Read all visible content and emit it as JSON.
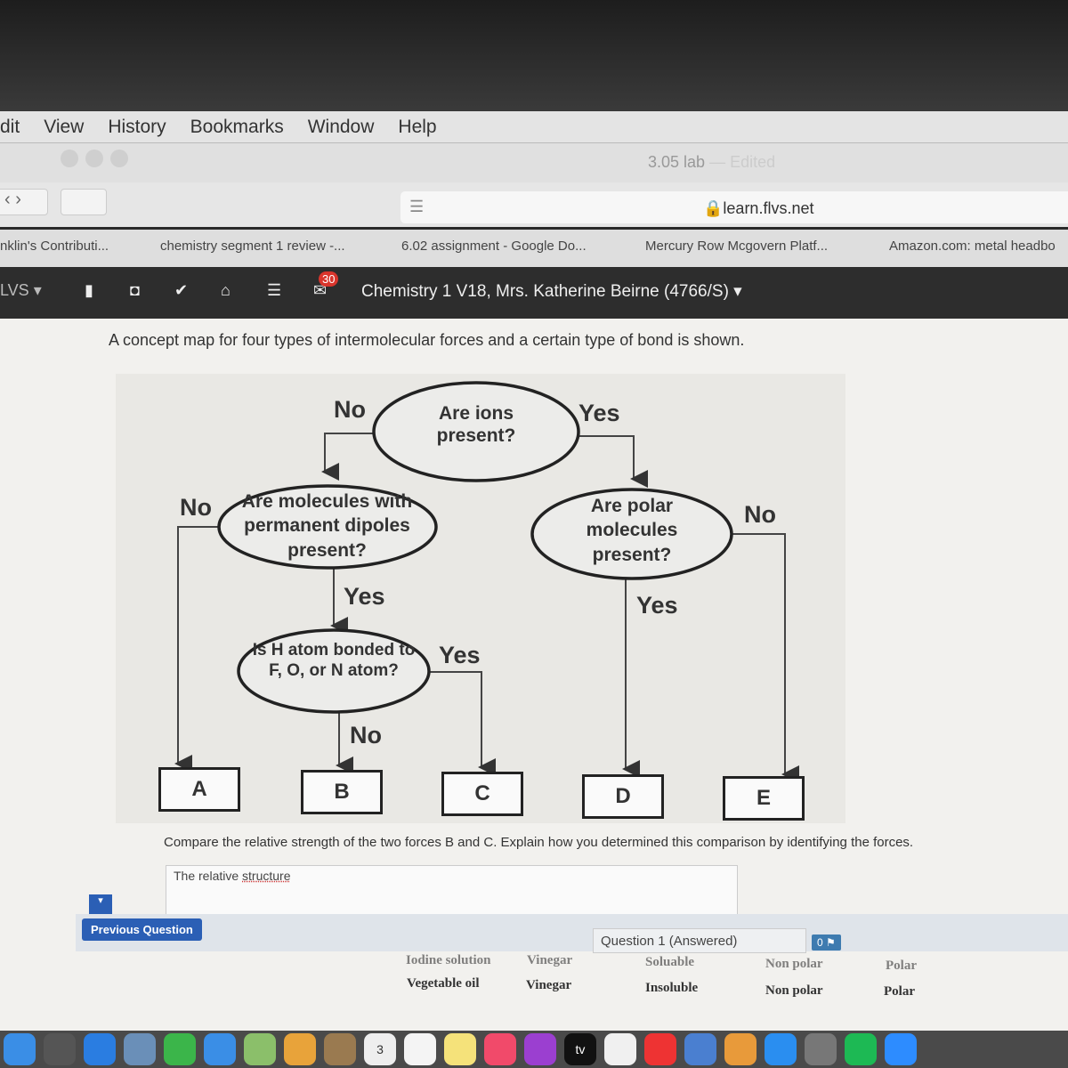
{
  "menu": [
    "dit",
    "View",
    "History",
    "Bookmarks",
    "Window",
    "Help"
  ],
  "window": {
    "doc_title": "3.05 lab",
    "doc_status": "— Edited",
    "url": "learn.flvs.net"
  },
  "bookmarks": [
    "nklin's Contributi...",
    "chemistry segment 1 review -...",
    "6.02 assignment - Google Do...",
    "Mercury Row Mcgovern Platf...",
    "Amazon.com: metal headbo"
  ],
  "nav": {
    "brand": "LVS ▾",
    "badge": "30",
    "course": "Chemistry 1 V18, Mrs. Katherine Beirne (4766/S) ▾"
  },
  "prompt": "A concept map for four types of intermolecular forces and a certain type of bond is shown.",
  "diagram": {
    "q_ions": "Are ions present?",
    "q_dipoles": "Are molecules with permanent dipoles present?",
    "q_polar": "Are polar molecules present?",
    "q_hbond": "Is H atom bonded to F, O, or N atom?",
    "labels": {
      "ions_no": "No",
      "ions_yes": "Yes",
      "dip_no": "No",
      "dip_yes": "Yes",
      "polar_no": "No",
      "polar_yes": "Yes",
      "h_yes": "Yes",
      "h_no": "No"
    },
    "boxes": [
      "A",
      "B",
      "C",
      "D",
      "E"
    ]
  },
  "question": "Compare the relative strength of the two forces B and C. Explain how you determined this comparison by identifying the forces.",
  "answer": {
    "text": "The relative ",
    "misspelled": "structure"
  },
  "footer": {
    "prev": "Previous Question",
    "select": "Question 1 (Answered)",
    "flag": "0 ⚑"
  },
  "table": {
    "row_partial": [
      "Iodine solution",
      "Vinegar",
      "Soluable",
      "Non polar",
      "Polar"
    ],
    "row": [
      "Vegetable oil",
      "Vinegar",
      "Insoluble",
      "Non polar",
      "Polar"
    ]
  },
  "dock": [
    "Finder",
    "Launchpad",
    "Safari",
    "Preview",
    "FaceTime",
    "Messages",
    "Maps",
    "Photos",
    "Contacts",
    "3",
    "Reminders",
    "Notes",
    "Music",
    "Podcasts",
    "tv",
    "Numbers",
    "News",
    "Keynote",
    "Pages",
    "App Store",
    "System Preferences",
    "Spotify",
    "Zoom"
  ]
}
